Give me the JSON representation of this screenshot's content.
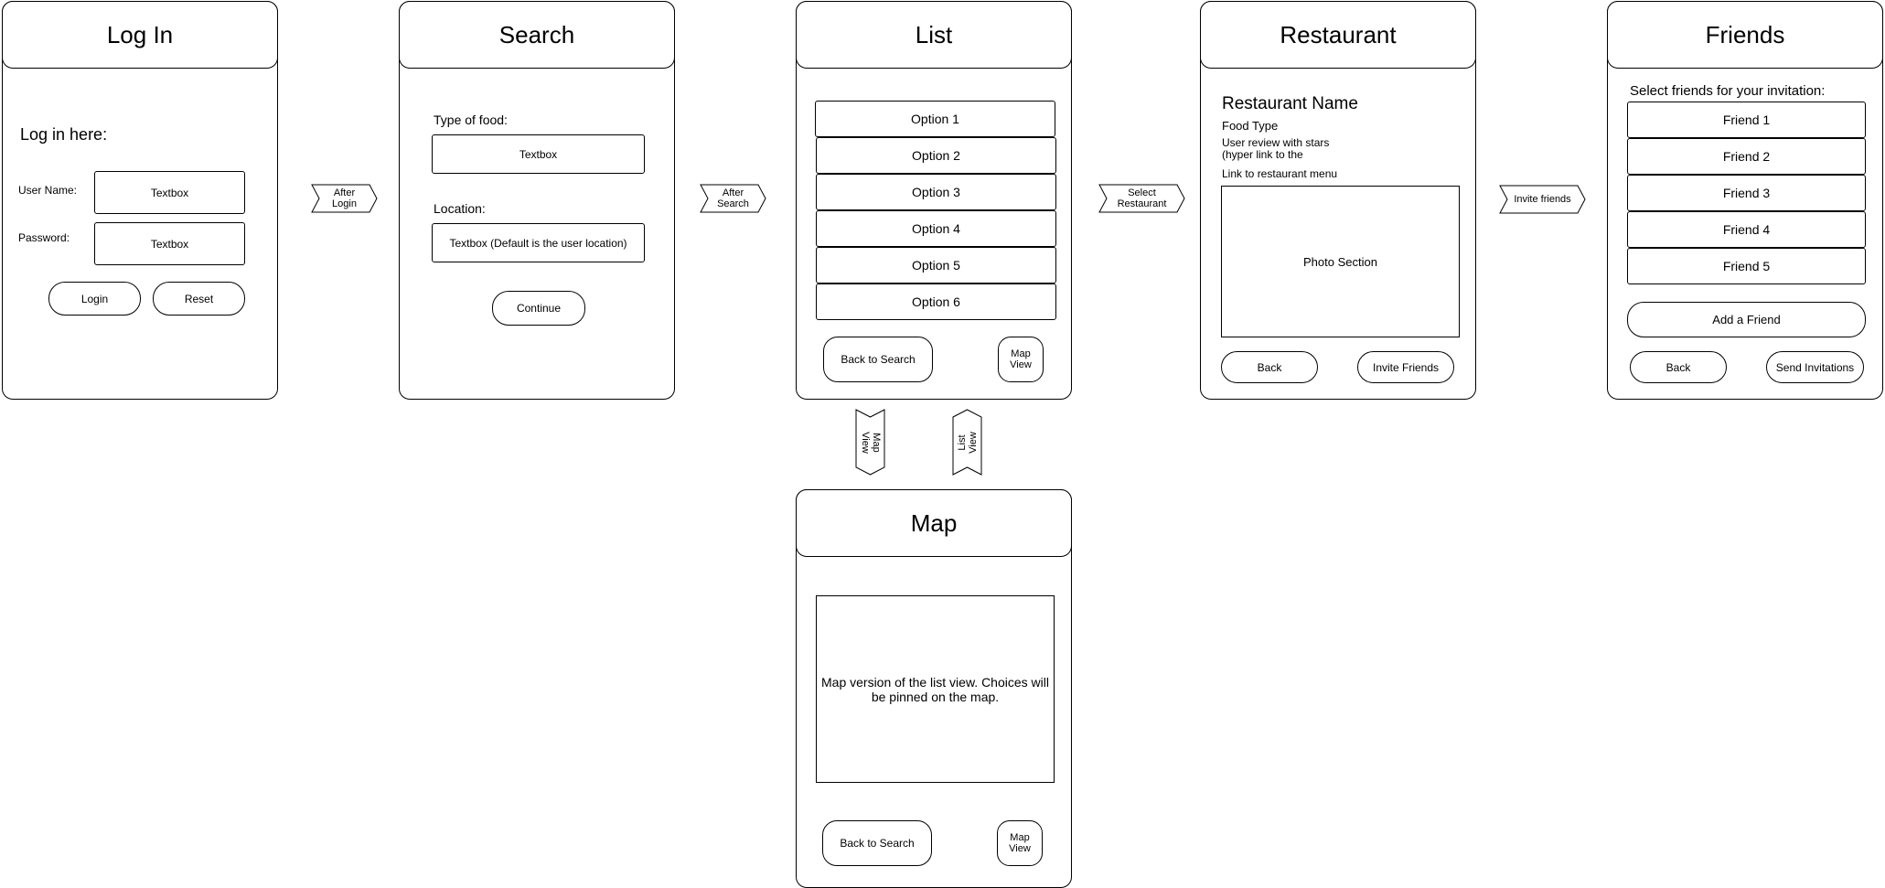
{
  "login": {
    "title": "Log In",
    "prompt": "Log in here:",
    "username_label": "User Name:",
    "username_value": "Textbox",
    "password_label": "Password:",
    "password_value": "Textbox",
    "login_button": "Login",
    "reset_button": "Reset"
  },
  "search": {
    "title": "Search",
    "food_label": "Type of food:",
    "food_value": "Textbox",
    "location_label": "Location:",
    "location_value": "Textbox (Default is the user location)",
    "continue_button": "Continue"
  },
  "list": {
    "title": "List",
    "options": [
      "Option 1",
      "Option 2",
      "Option 3",
      "Option 4",
      "Option 5",
      "Option 6"
    ],
    "back_button": "Back to Search",
    "map_view_button": "Map\nView"
  },
  "restaurant": {
    "title": "Restaurant",
    "name": "Restaurant Name",
    "food_type": "Food Type",
    "review": "User review with stars\n(hyper link to the",
    "menu_link": "Link to restaurant menu",
    "photo_section": "Photo Section",
    "back_button": "Back",
    "invite_button": "Invite Friends"
  },
  "friends": {
    "title": "Friends",
    "prompt": "Select friends for your invitation:",
    "friends": [
      "Friend 1",
      "Friend 2",
      "Friend 3",
      "Friend 4",
      "Friend 5"
    ],
    "add_button": "Add a Friend",
    "back_button": "Back",
    "send_button": "Send Invitations"
  },
  "map": {
    "title": "Map",
    "description": "Map version of the list view. Choices will be pinned on the map.",
    "back_button": "Back to Search",
    "map_view_button": "Map\nView"
  },
  "transitions": {
    "after_login": "After\nLogin",
    "after_search": "After\nSearch",
    "select_restaurant": "Select\nRestaurant",
    "invite_friends": "Invite friends",
    "map_view": "Map\nView",
    "list_view": "List\nView"
  }
}
